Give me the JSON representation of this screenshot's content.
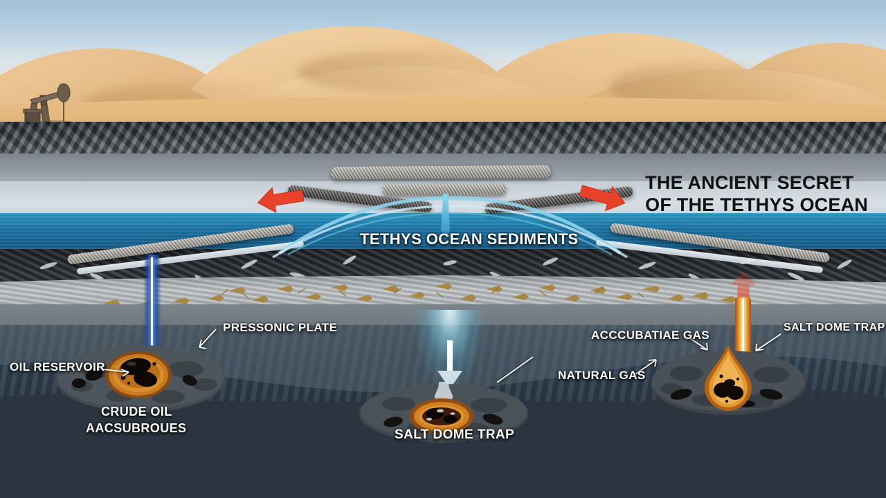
{
  "scene": {
    "kind": "geological-cross-section",
    "title_lines": [
      "THE ANCIENT SECRET",
      "OF THE TETHYS OCEAN"
    ],
    "center_band_label": "TETHYS OCEAN SEDIMENTS"
  },
  "labels": {
    "oil_reservoir": "OIL RESERVOIR",
    "pressonic_plate": "PRESSONIC PLATE",
    "crude_oil_line1": "CRUDE OIL",
    "crude_oil_line2": "AACSUBROUES",
    "salt_dome_center": "SALT DOME TRAP",
    "accubatiae_gas": "ACCCUBATIAE GAS",
    "natural_gas": "NATURAL GAS",
    "salt_dome_right": "SALT DOME TRAP"
  },
  "colors": {
    "sky_top": "#9fc0d8",
    "sky_bottom": "#e8e7e0",
    "sand": "#e3b173",
    "sand_shadow": "#c2914f",
    "rock_dark": "#4b5259",
    "grey_band": "#8a9099",
    "pale_band": "#c8d2da",
    "ocean_blue": "#1d6f9e",
    "seabed_dark": "#2e3338",
    "fossil_band": "#b7bcbd",
    "deep_blue": "#3b4d5c",
    "basement": "#39434e",
    "accent_red": "#e8432a",
    "accent_orange": "#e08a2a",
    "oil_black": "#120d0a",
    "beam_cyan": "#5fc8e8",
    "beam_blue": "#1d4f9e",
    "label_white": "#ffffff",
    "title_black": "#111111"
  },
  "features": {
    "pump_jack": "oil-pump-jack",
    "left_shaft": "blue-drill-shaft",
    "center_beam": "cyan-pressure-beam",
    "right_shaft": "orange-gas-column",
    "arrow_left": "red-arrow-left",
    "arrow_right": "red-arrow-right",
    "arrow_center_down": "white-down-arrow",
    "arrow_right_up": "red-up-arrow"
  }
}
